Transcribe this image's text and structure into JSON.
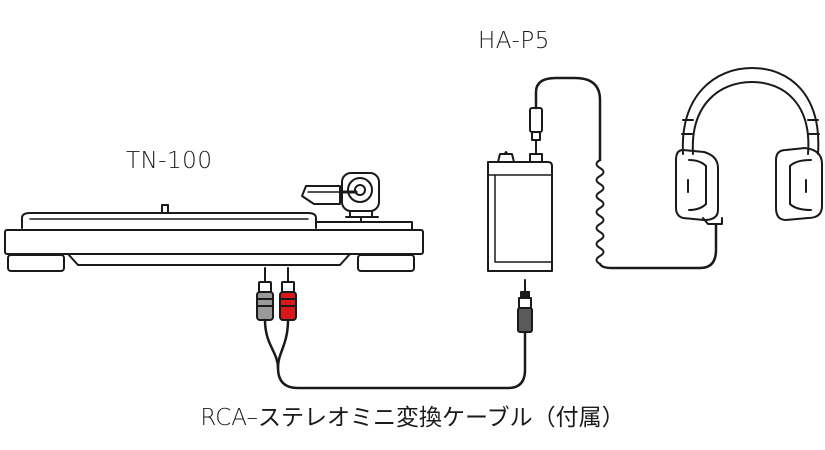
{
  "labels": {
    "amp": "HA-P5",
    "turntable": "TN-100",
    "cable": "RCA–ステレオミニ変換ケーブル（付属）"
  },
  "colors": {
    "line": "#1a1a1a",
    "rca_right_plug": "#d7191c",
    "rca_left_plug": "#9a9a9a",
    "background": "#ffffff"
  }
}
